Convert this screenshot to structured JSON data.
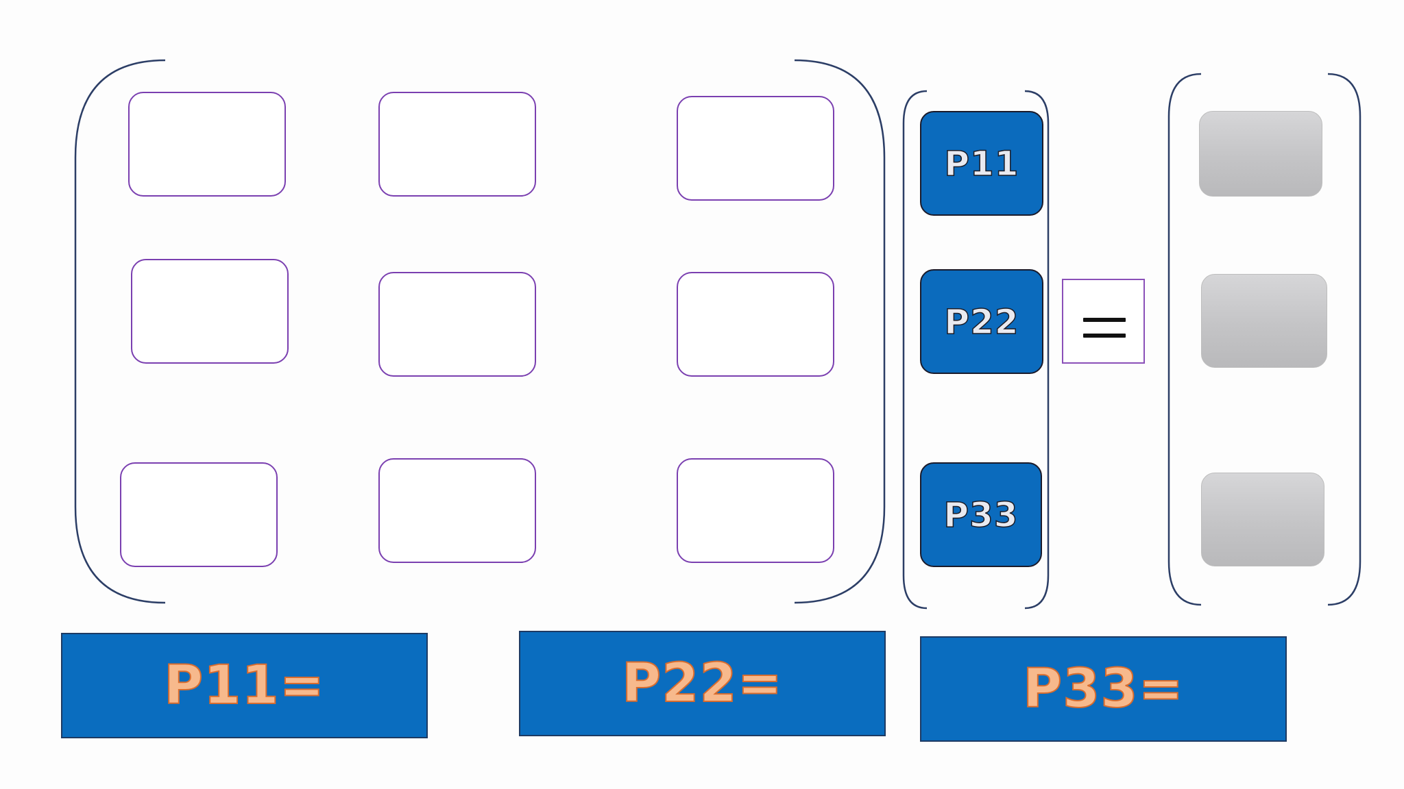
{
  "matrix_cells": [
    "",
    "",
    "",
    "",
    "",
    "",
    "",
    "",
    ""
  ],
  "vector_cells": [
    "P11",
    "P22",
    "P33"
  ],
  "equals_sign": "=",
  "result_cells": [
    "",
    "",
    ""
  ],
  "bottom_labels": [
    "P11=",
    "P22=",
    "P33="
  ],
  "colors": {
    "bracket_stroke": "#2c3e66",
    "cell_border": "#7a3fb0",
    "blue_fill": "#0b6bbd",
    "label_text": "#f7b98c",
    "label_outline": "#d86c2e",
    "result_fill": "#c8c8ca"
  }
}
